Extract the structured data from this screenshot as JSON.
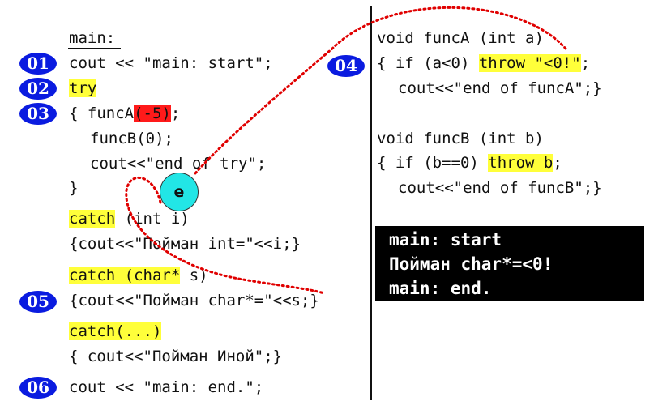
{
  "badges": {
    "b01": "01",
    "b02": "02",
    "b03": "03",
    "b04": "04",
    "b05": "05",
    "b06": "06"
  },
  "main_code": {
    "label": "main:",
    "l1": "cout << \"main: start\";",
    "l2": "try",
    "l3_pre": "{ funcA",
    "l3_arg": "(-5)",
    "l3_post": ";",
    "l4": "funcB(0);",
    "l5": "cout<<\"end of try\";",
    "l6": "}",
    "catch1_kw": "catch",
    "catch1_rest": " (int i)",
    "catch1_body": "{cout<<\"Пойман int=\"<<i;}",
    "catch2_kw": "catch (char*",
    "catch2_rest": " s)",
    "catch2_body": "{cout<<\"Пойман char*=\"<<s;}",
    "catch3_kw": "catch(...)",
    "catch3_body": "{ cout<<\"Пойман Иной\";}",
    "end": "cout << \"main: end.\";"
  },
  "funcs_code": {
    "a_sig": "void funcA (int a)",
    "a_l1_pre": "{ if (a<0) ",
    "a_l1_throw": "throw \"<0!\"",
    "a_l1_post": ";",
    "a_l2": "cout<<\"end of funcA\";}",
    "b_sig": "void funcB (int b)",
    "b_l1_pre": "{ if (b==0) ",
    "b_l1_throw": "throw b",
    "b_l1_post": ";",
    "b_l2": "cout<<\"end of funcB\";}"
  },
  "exception_marker": "e",
  "console": [
    "main: start",
    "Пойман char*=<0!",
    "main: end."
  ],
  "colors": {
    "badge": "#0a1be0",
    "highlight": "#ffff3a",
    "arg_highlight": "#ff1a1a",
    "arrow": "#e00000",
    "marker": "#22e6e6",
    "console_bg": "#000000"
  }
}
